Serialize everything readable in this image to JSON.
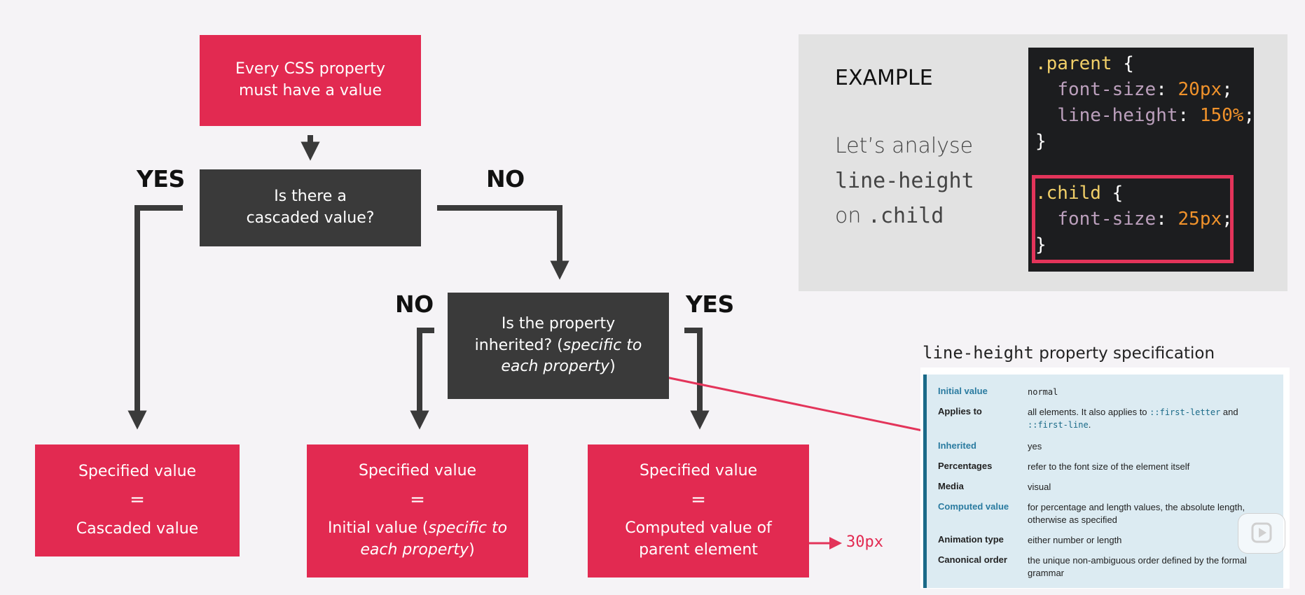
{
  "flow": {
    "top": {
      "text": "Every CSS property must have a value"
    },
    "cascaded_q": {
      "line1": "Is there a",
      "line2": "cascaded value?"
    },
    "label_yes_left": "YES",
    "label_no_right": "NO",
    "inherited_q": {
      "line1": "Is the property",
      "line2_a": "inherited? (",
      "line2_b": "specific to",
      "line3_a": "each property",
      "line3_b": ")"
    },
    "label_no_inner": "NO",
    "label_yes_inner": "YES",
    "result_cascaded": {
      "title": "Specified value",
      "eq": "=",
      "value": "Cascaded value"
    },
    "result_initial": {
      "title": "Specified value",
      "eq": "=",
      "value_a": "Initial value (",
      "value_b": "specific to",
      "value_c": "each property",
      "value_d": ")"
    },
    "result_computed": {
      "title": "Specified value",
      "eq": "=",
      "value_line1": "Computed value of",
      "value_line2": "parent element"
    },
    "output_value": "30px"
  },
  "example": {
    "title": "EXAMPLE",
    "line1": "Let’s analyse",
    "line2": "line-height",
    "line3_a": "on",
    "line3_b": ".child",
    "code": {
      "l1_sel": ".parent",
      "l1_brace": " {",
      "l2_prop": "font-size",
      "l2_val": "20px",
      "l3_prop": "line-height",
      "l3_val": "150%",
      "l4": "}",
      "l5_sel": ".child",
      "l5_brace": " {",
      "l6_prop": "font-size",
      "l6_val": "25px",
      "l7": "}"
    }
  },
  "spec": {
    "title_code": "line-height",
    "title_text": " property specification",
    "rows": [
      {
        "key": "Initial value",
        "value": "normal"
      },
      {
        "key": "Applies to",
        "value_a": "all elements. It also applies to ",
        "code1": "::first-letter",
        "value_b": " and",
        "code2": "::first-line",
        "value_c": "."
      },
      {
        "key": "Inherited",
        "value": "yes"
      },
      {
        "key": "Percentages",
        "value": "refer to the font size of the element itself"
      },
      {
        "key": "Media",
        "value": "visual"
      },
      {
        "key": "Computed value",
        "value": "for percentage and length values, the absolute length, otherwise as specified"
      },
      {
        "key": "Animation type",
        "value": "either number or length"
      },
      {
        "key": "Canonical order",
        "value": "the unique non-ambiguous order defined by the formal grammar"
      }
    ]
  },
  "colors": {
    "red": "#e22a51",
    "dark": "#3a3a3a",
    "background": "#f5f3f6",
    "code_bg": "#1c1d1f",
    "spec_bg": "#dcebf2"
  },
  "icons": {
    "play": "play-video-icon"
  }
}
